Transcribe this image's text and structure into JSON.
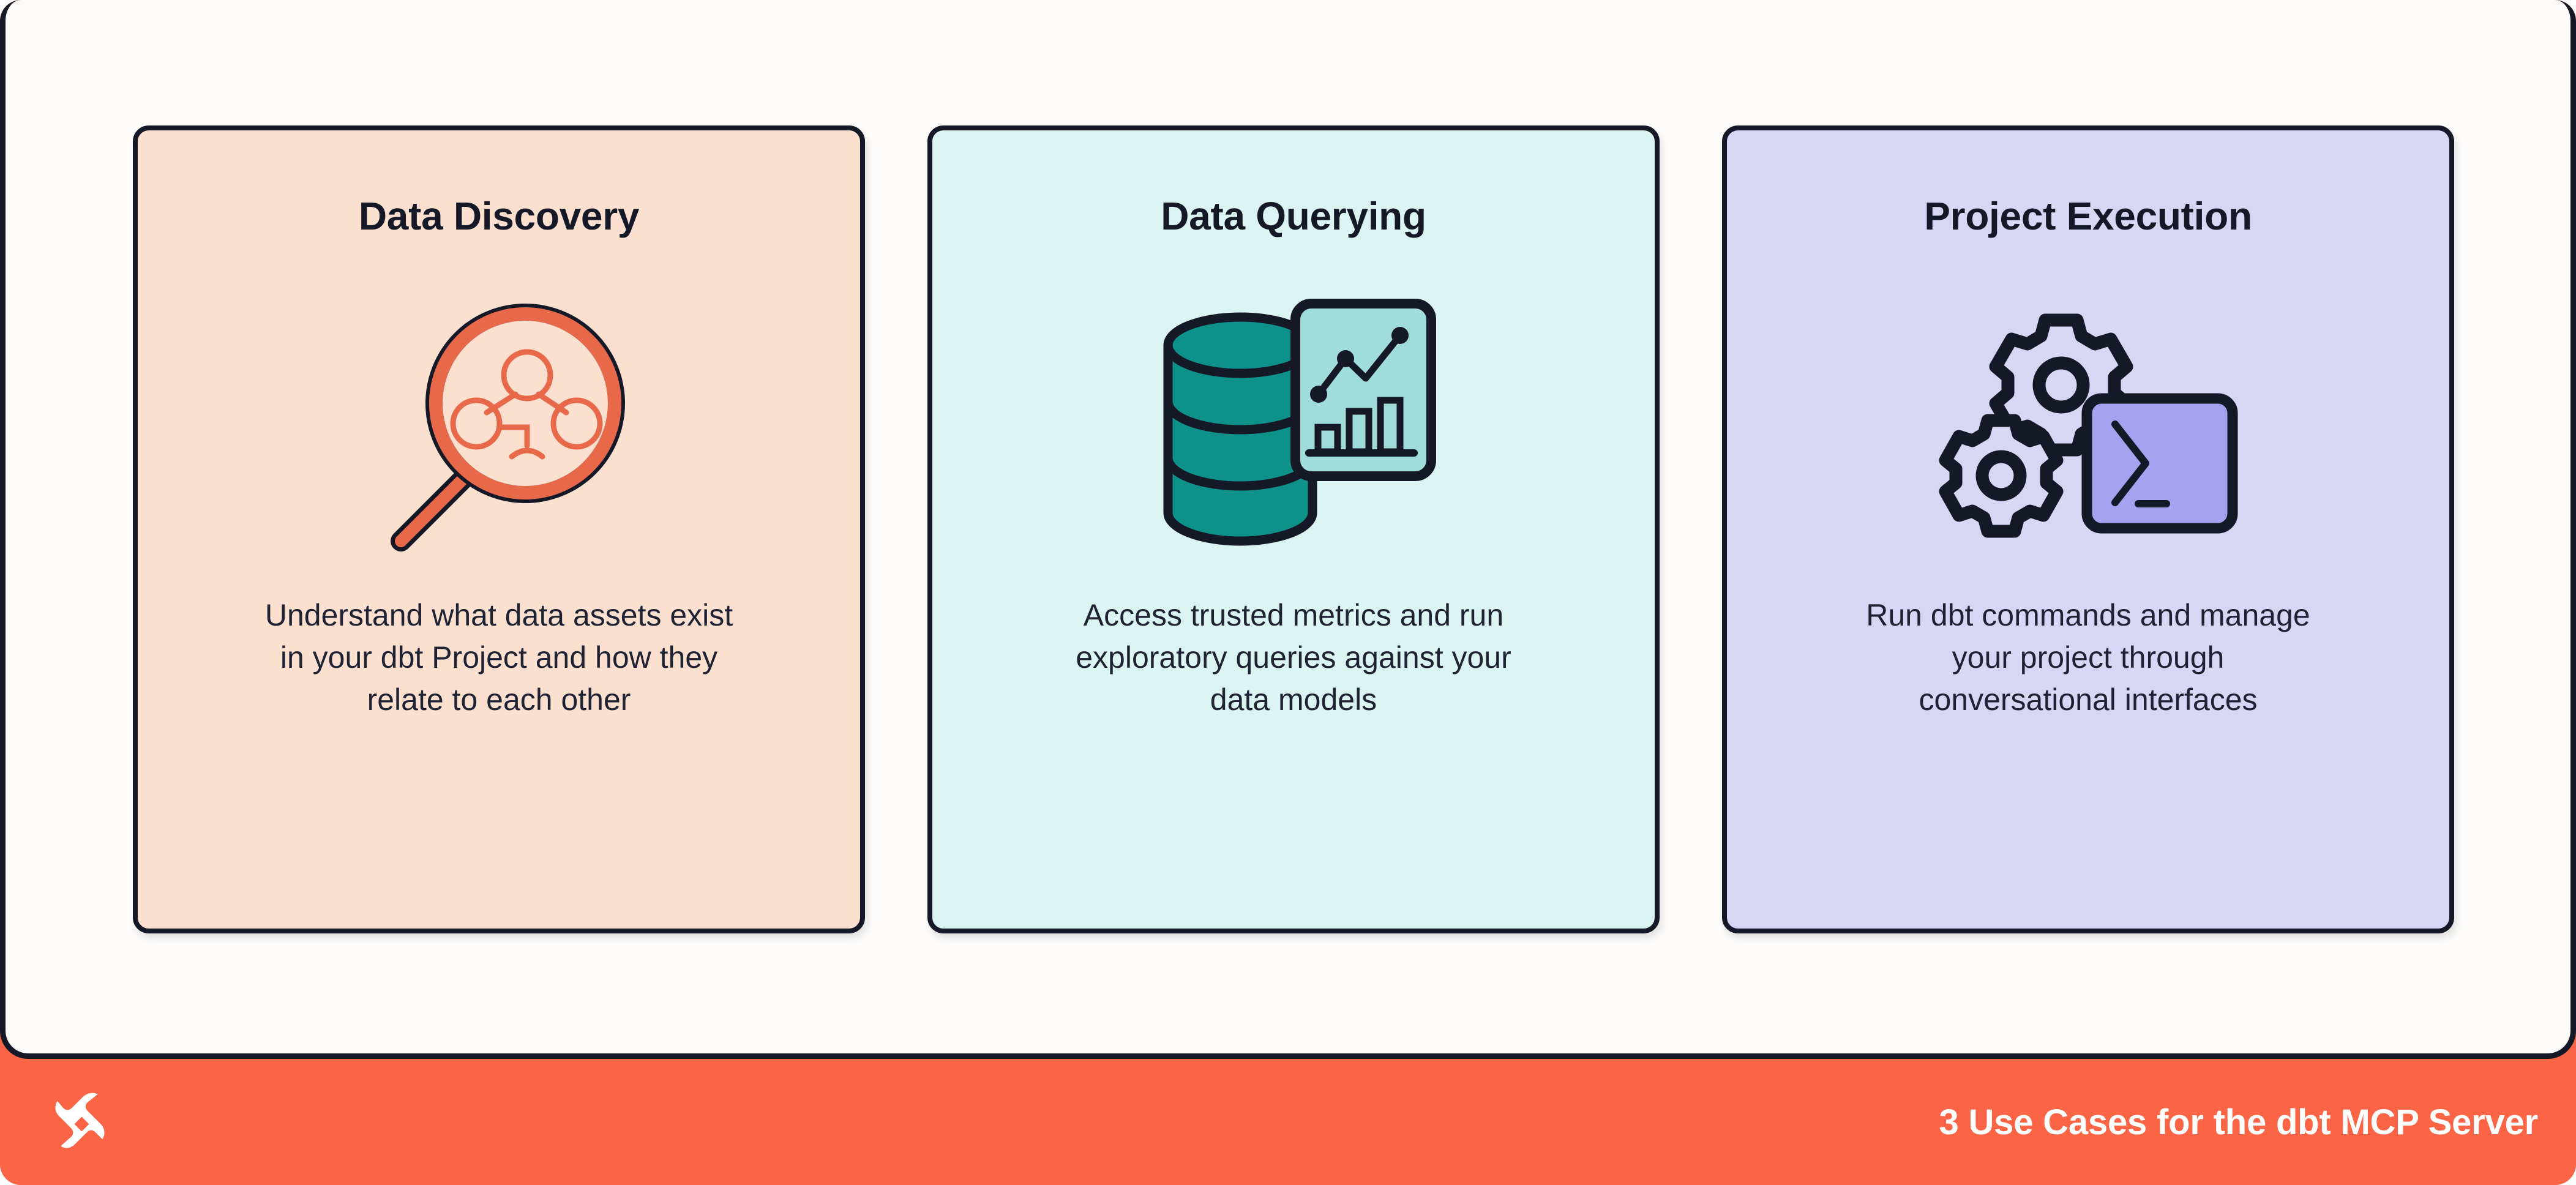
{
  "cards": [
    {
      "title": "Data Discovery",
      "body": "Understand what data assets exist\nin your dbt Project and how they\nrelate to each other",
      "icon": "magnifier-node-graph-icon",
      "bg_color": "#FBE0D0",
      "accent_color": "#E8694A"
    },
    {
      "title": "Data Querying",
      "body": "Access trusted metrics and run\nexploratory queries against your\ndata models",
      "icon": "database-chart-icon",
      "bg_color": "#DCF4F1",
      "accent_color": "#0D9189"
    },
    {
      "title": "Project Execution",
      "body": "Run dbt commands and manage\nyour project through\nconversational interfaces",
      "icon": "gears-terminal-icon",
      "bg_color": "#D7D6F4",
      "accent_color": "#A6A2F0"
    }
  ],
  "footer": {
    "logo": "dbt-logo-icon",
    "caption": "3 Use Cases for the dbt MCP Server",
    "bar_color": "#FB6444",
    "caption_color": "#FFFFFF"
  },
  "theme": {
    "outline_color": "#151827",
    "panel_color": "#FCFBFA",
    "brand_color": "#FB6444"
  }
}
